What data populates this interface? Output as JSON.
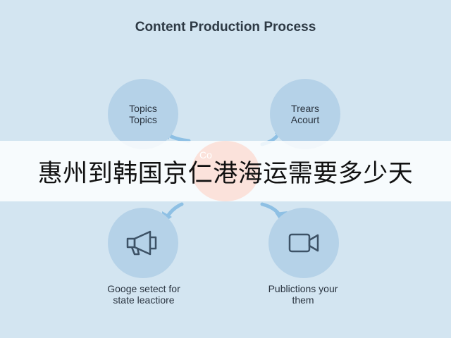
{
  "diagram": {
    "title": "Content Production Process",
    "nodes": {
      "top_left": {
        "lines": [
          "Topics",
          "Topics"
        ]
      },
      "top_right": {
        "lines": [
          "Trears",
          "Acourt"
        ]
      },
      "bottom_left": {
        "icon": "megaphone-icon",
        "caption_lines": [
          "Googe setect for",
          "state leactiore"
        ]
      },
      "bottom_right": {
        "icon": "video-camera-icon",
        "caption_lines": [
          "Publictions your",
          "them"
        ]
      }
    },
    "center": {
      "label": "Co"
    }
  },
  "overlay": {
    "text": "惠州到韩国京仁港海运需要多少天"
  },
  "colors": {
    "background": "#d3e5f1",
    "node_fill": "#b5d2e8",
    "center_fill": "#e8603b",
    "arrow": "#8ec0e4"
  }
}
